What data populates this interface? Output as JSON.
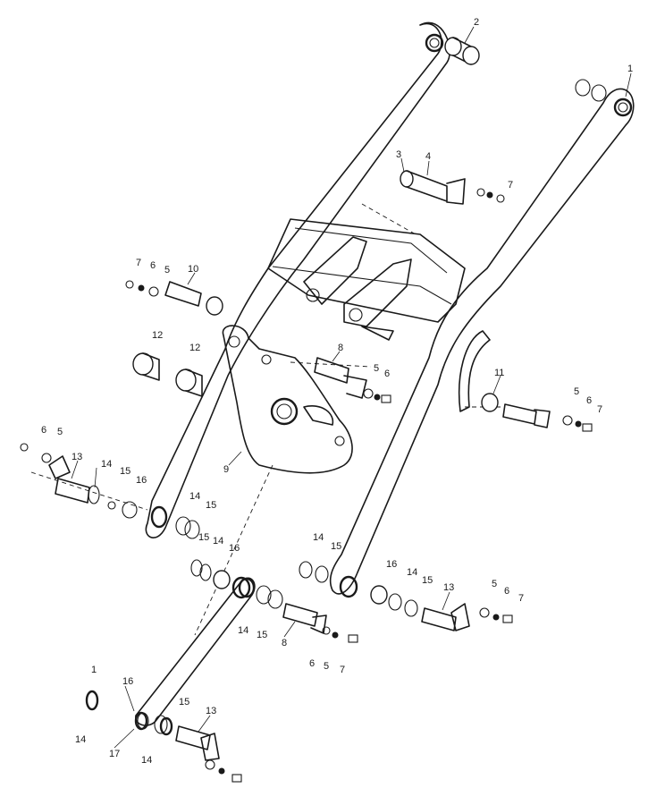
{
  "callouts": [
    {
      "id": "c1",
      "text": "1"
    },
    {
      "id": "c2",
      "text": "2"
    },
    {
      "id": "c3",
      "text": "3"
    },
    {
      "id": "c4",
      "text": "4"
    },
    {
      "id": "c5",
      "text": "5"
    },
    {
      "id": "c6",
      "text": "6"
    },
    {
      "id": "c7",
      "text": "7"
    },
    {
      "id": "c8",
      "text": "8"
    },
    {
      "id": "c9",
      "text": "9"
    },
    {
      "id": "c10",
      "text": "10"
    },
    {
      "id": "c11",
      "text": "11"
    },
    {
      "id": "c12",
      "text": "12"
    },
    {
      "id": "c13",
      "text": "13"
    },
    {
      "id": "c14",
      "text": "14"
    },
    {
      "id": "c15",
      "text": "15"
    },
    {
      "id": "c16",
      "text": "16"
    },
    {
      "id": "c17",
      "text": "17"
    }
  ]
}
